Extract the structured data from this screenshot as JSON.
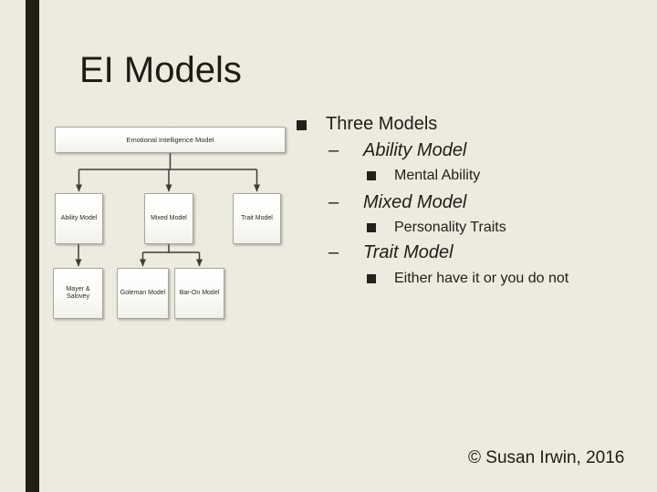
{
  "colors": {
    "background": "#edeae0",
    "accent_bar": "#1e2013",
    "text": "#1f1f16",
    "connector": "#3d3d35",
    "node_border": "#a6a69e"
  },
  "slide": {
    "title": "EI Models",
    "copyright": "© Susan Irwin, 2016"
  },
  "bullets": {
    "dash": "–"
  },
  "diagram": {
    "nodes": [
      {
        "label": "Emotional Intelligence Model"
      },
      {
        "label": "Ability Model"
      },
      {
        "label": "Mixed Model"
      },
      {
        "label": "Trait Model"
      },
      {
        "label": "Mayer & Salovey"
      },
      {
        "label": "Goleman Model"
      },
      {
        "label": "Bar-On Model"
      }
    ],
    "edges": [
      [
        "Emotional Intelligence Model",
        "Ability Model"
      ],
      [
        "Emotional Intelligence Model",
        "Mixed Model"
      ],
      [
        "Emotional Intelligence Model",
        "Trait Model"
      ],
      [
        "Ability Model",
        "Mayer & Salovey"
      ],
      [
        "Mixed Model",
        "Goleman Model"
      ],
      [
        "Mixed Model",
        "Bar-On Model"
      ]
    ]
  },
  "list": {
    "items": [
      {
        "level": 1,
        "text": "Three Models"
      },
      {
        "level": 2,
        "text": "Ability Model"
      },
      {
        "level": 3,
        "text": "Mental Ability"
      },
      {
        "level": 2,
        "text": "Mixed Model"
      },
      {
        "level": 3,
        "text": "Personality Traits"
      },
      {
        "level": 2,
        "text": "Trait Model"
      },
      {
        "level": 3,
        "text": "Either have it or you do not"
      }
    ]
  }
}
